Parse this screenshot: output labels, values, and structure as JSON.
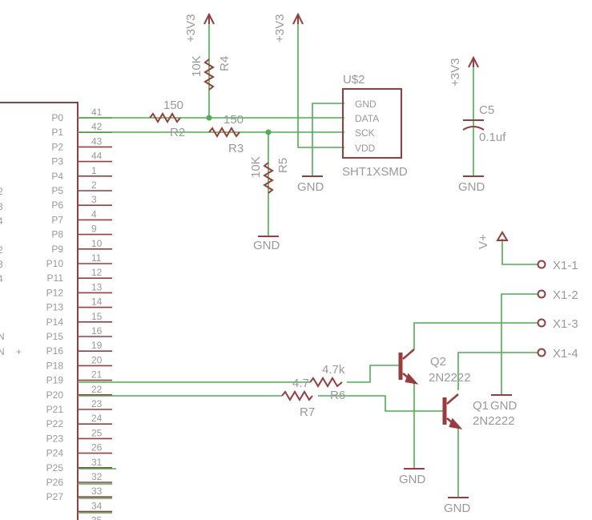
{
  "colors": {
    "wire": "#4caf50",
    "symbol": "#9b3b3b",
    "text": "#999999",
    "background": "#ffffff"
  },
  "mcu": {
    "port_labels": [
      "P0",
      "P1",
      "P2",
      "P3",
      "P4",
      "P5",
      "P6",
      "P7",
      "P8",
      "P9",
      "P10",
      "P11",
      "P12",
      "P13",
      "P14",
      "P15",
      "P16",
      "P18",
      "P19",
      "P20",
      "P21",
      "P22",
      "P23",
      "P24",
      "P25",
      "P26",
      "P27"
    ],
    "pin_numbers": [
      "41",
      "42",
      "43",
      "44",
      "1",
      "2",
      "3",
      "4",
      "9",
      "10",
      "11",
      "12",
      "13",
      "14",
      "15",
      "16",
      "19",
      "20",
      "21",
      "22",
      "23",
      "24",
      "25",
      "26",
      "31",
      "32",
      "33",
      "34",
      "35"
    ],
    "cut_labels": [
      "2",
      "3",
      "4",
      "2",
      "3",
      "4",
      "N",
      "N"
    ],
    "cut_plus": "+"
  },
  "resistors": {
    "r1_value": "150",
    "r2_name": "R2",
    "r3_value": "150",
    "r3_name": "R3",
    "r4_value": "10K",
    "r4_name": "R4",
    "r5_value": "10K",
    "r5_name": "R5",
    "r6_value": "4.7k",
    "r6_name": "R6",
    "r7_value": "4.7",
    "r7_name": "R7"
  },
  "sensor": {
    "name": "U$2",
    "part": "SHT1XSMD",
    "pins": [
      "GND",
      "DATA",
      "SCK",
      "VDD"
    ]
  },
  "capacitor": {
    "name": "C5",
    "value": "0.1uf"
  },
  "power": {
    "v3v3_a": "+3V3",
    "v3v3_b": "+3V3",
    "v3v3_c": "+3V3",
    "vplus": "V+",
    "gnd_sensor": "GND",
    "gnd_r5": "GND",
    "gnd_cap": "GND",
    "gnd_q2": "GND",
    "gnd_q1": "GND",
    "gnd_conn": "GND"
  },
  "transistors": {
    "q2_name": "Q2",
    "q2_part": "2N2222",
    "q1_name": "Q1",
    "q1_part": "2N2222"
  },
  "connector": {
    "pins": [
      "X1-1",
      "X1-2",
      "X1-3",
      "X1-4"
    ]
  }
}
